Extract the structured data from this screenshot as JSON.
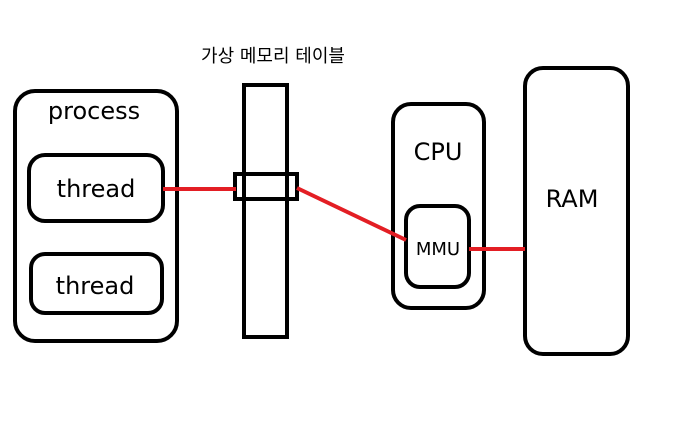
{
  "labels": {
    "page_table": "가상 메모리 테이블",
    "process": "process",
    "thread_1": "thread",
    "thread_2": "thread",
    "cpu": "CPU",
    "mmu": "MMU",
    "ram": "RAM"
  },
  "colors": {
    "stroke": "#000000",
    "connector": "#e31e24",
    "background": "#ffffff"
  }
}
